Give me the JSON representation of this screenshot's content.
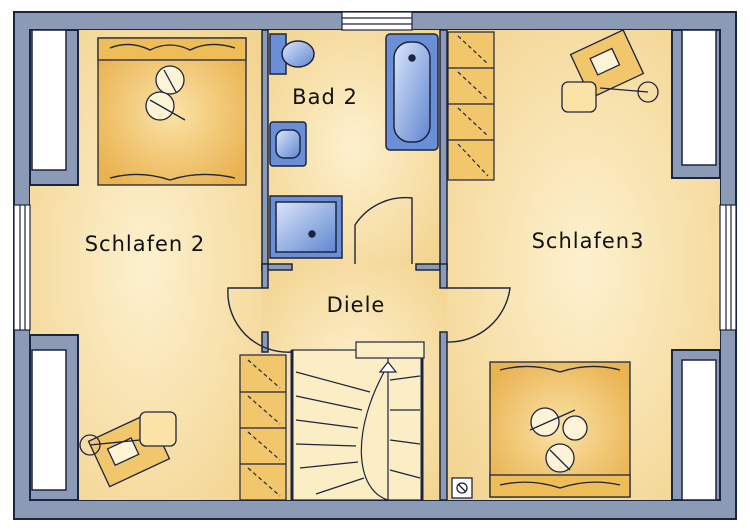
{
  "rooms": {
    "bad2": "Bad 2",
    "schlafen2": "Schlafen 2",
    "schlafen3": "Schlafen3",
    "diele": "Diele"
  },
  "colors": {
    "wall": "#8c9bb5",
    "wall_stroke": "#1c2540",
    "floor": "#f6dfa4",
    "floor_light": "#fbeec4",
    "furniture": "#f2c66b",
    "furniture_dark": "#e3a83f",
    "fixture_blue": "#6b8fd6",
    "fixture_light": "#b9ccf0",
    "window": "#ffffff"
  }
}
